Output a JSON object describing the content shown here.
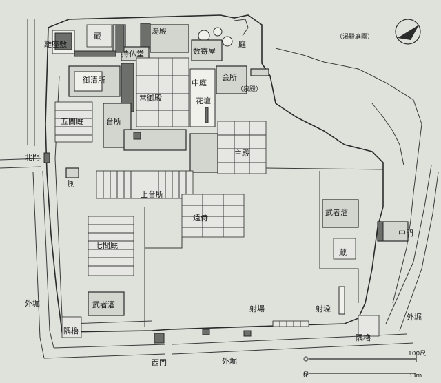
{
  "map": {
    "compass_caption": "（湯殿庭園）",
    "labels": {
      "yudono": "湯殿",
      "niwa": "庭",
      "kura_top": "蔵",
      "hanareza": "離座敷",
      "jibutsudo": "持仏堂",
      "sukiya": "数寄屋",
      "osumisho": "御清所",
      "tsune_goten": "常御殿",
      "nakaniwa": "中庭",
      "kadan": "花壇",
      "kaisho": "会所",
      "izumidono": "（泉殿）",
      "gokenma": "五間厩",
      "daidokoro": "台所",
      "kitamon": "北門",
      "shuden": "主殿",
      "kawaya": "厠",
      "kami_daidokoro": "上台所",
      "tozamurai": "遠侍",
      "mushadamari_right": "武者溜",
      "chumon": "中門",
      "kura_right": "蔵",
      "nanakenma": "七間厩",
      "mushadamari_left": "武者溜",
      "shaba": "射場",
      "azuchi": "射垜",
      "sotobori_left": "外堀",
      "sotobori_right": "外堀",
      "sumiyagura_left": "隅櫓",
      "sumiyagura_right": "隅櫓",
      "nishimon": "西門",
      "sotobori_bottom": "外堀"
    },
    "scale": {
      "zero": "0",
      "top_value": "100尺",
      "bottom_value": "33m"
    }
  }
}
